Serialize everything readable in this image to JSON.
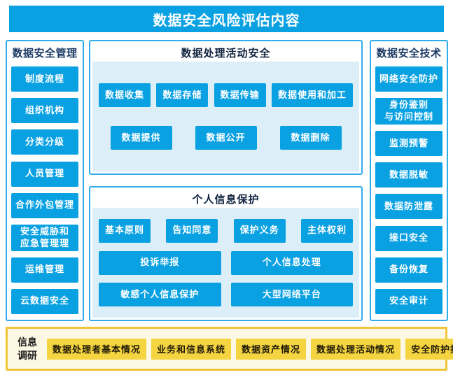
{
  "title": "数据安全风险评估内容",
  "left_panel": {
    "title": "数据安全管理",
    "items": [
      "制度流程",
      "组织机构",
      "分类分级",
      "人员管理",
      "合作外包管理",
      "安全威胁和\n应急管理理",
      "运维管理",
      "云数据安全"
    ]
  },
  "center": {
    "activity_box": {
      "title": "数据处理活动安全",
      "row1": [
        "数据收集",
        "数据存储",
        "数据传输",
        "数据使用和加工"
      ],
      "row2": [
        "数据提供",
        "数据公开",
        "数据删除"
      ]
    },
    "personal_box": {
      "title": "个人信息保护",
      "row1": [
        "基本原则",
        "告知同意",
        "保护义务",
        "主体权利"
      ],
      "row2": [
        "投诉举报",
        "个人信息处理"
      ],
      "row3": [
        "敏感个人信息保护",
        "大型网络平台"
      ]
    }
  },
  "right_panel": {
    "title": "数据安全技术",
    "items": [
      "网络安全防护",
      "身份鉴别\n与访问控制",
      "监测预警",
      "数据脱敏",
      "数据防泄露",
      "接口安全",
      "备份恢复",
      "安全审计"
    ]
  },
  "bottom_panel": {
    "label": "信息\n调研",
    "items": [
      "数据处理者基本情况",
      "业务和信息系统",
      "数据资产情况",
      "数据处理活动情况",
      "安全防护措施"
    ]
  },
  "colors": {
    "primary_blue": "#09a1e2",
    "box_border_blue": "#2fadea",
    "inner_panel_blue": "#dceef8",
    "side_title_navy": "#1c3a66",
    "yellow_border": "#f0c53e",
    "yellow_background": "#fdf8e3",
    "yellow_button": "#f5d441",
    "dark_text": "#1a1a1a"
  }
}
